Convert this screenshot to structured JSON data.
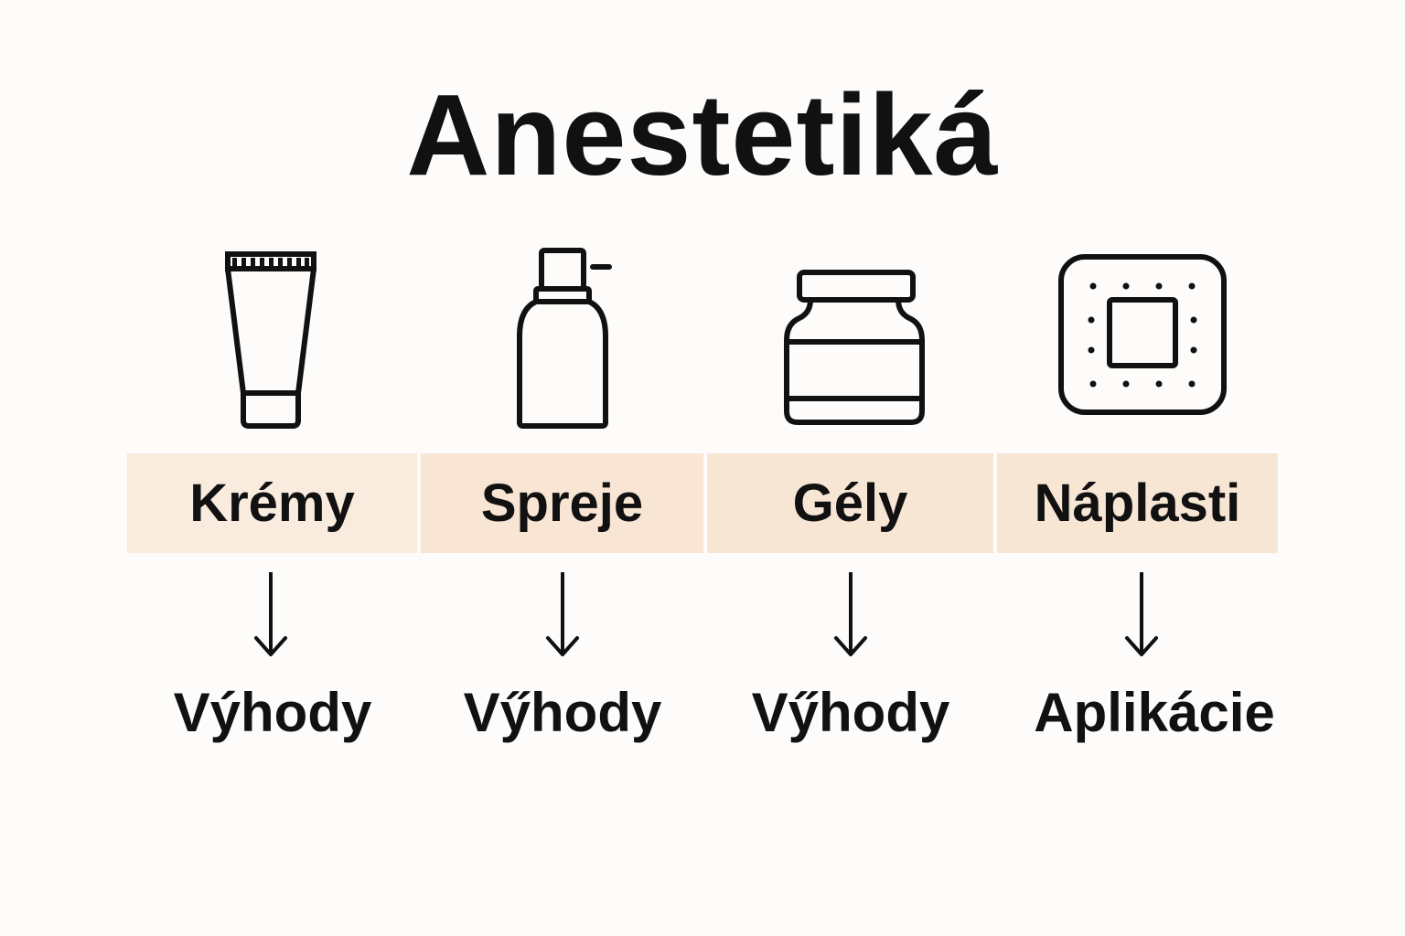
{
  "title": "Anestetiká",
  "colors": {
    "background": "#fdfcfa",
    "label_fill": "#f8e8d8",
    "label_fill_alt": "#f7e4d2",
    "ink": "#111111"
  },
  "columns": [
    {
      "category": "Krémy",
      "icon": "cream-tube-icon",
      "outcome": "Výhody"
    },
    {
      "category": "Spreje",
      "icon": "spray-bottle-icon",
      "outcome": "Vӳhody"
    },
    {
      "category": "Gély",
      "icon": "gel-jar-icon",
      "outcome": "Vӳhody"
    },
    {
      "category": "Náplasti",
      "icon": "patch-icon",
      "outcome": "Aplikácie"
    }
  ]
}
